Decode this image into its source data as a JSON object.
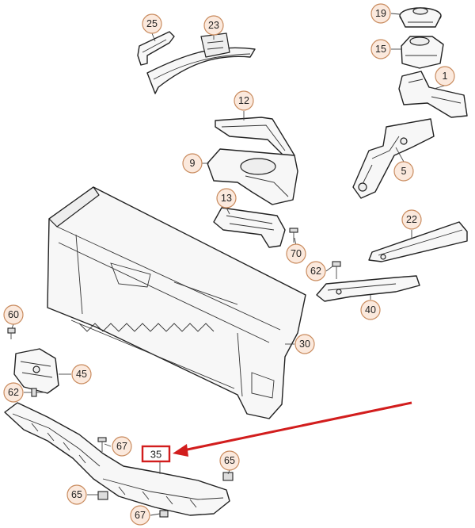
{
  "callouts": {
    "c19": "19",
    "c15": "15",
    "c1": "1",
    "c25": "25",
    "c23": "23",
    "c12": "12",
    "c9": "9",
    "c5": "5",
    "c13": "13",
    "c22": "22",
    "c70": "70",
    "c62a": "62",
    "c40": "40",
    "c60": "60",
    "c30": "30",
    "c45": "45",
    "c62b": "62",
    "c67a": "67",
    "c35": "35",
    "c65a": "65",
    "c65b": "65",
    "c67b": "67"
  },
  "highlight": {
    "part_number": "35",
    "box_color": "#d21d1d",
    "arrow_color": "#d21d1d"
  }
}
